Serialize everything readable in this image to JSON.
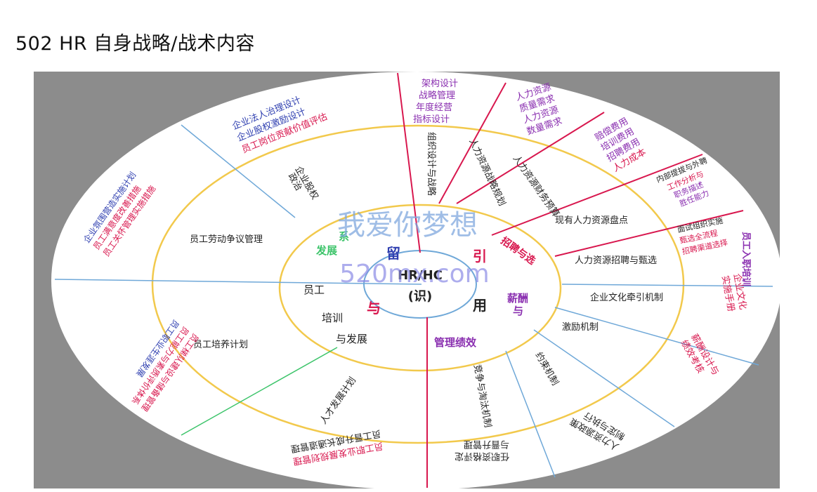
{
  "page_title": "502 HR 自身战略/战术内容",
  "colors": {
    "background_panel": "#8a8a8a",
    "disc": "#ffffff",
    "ring": "#f0c84a",
    "red": "#d8174e",
    "purple": "#8a2fb0",
    "blue": "#2f3fb0",
    "dark": "#222222",
    "line_blue": "#6fa8d8",
    "line_red": "#d8174e",
    "line_green": "#3cc46a"
  },
  "center": {
    "label_line1": "HR/HC",
    "label_line2": "(识)"
  },
  "inner_ring": {
    "liu": "留",
    "yin": "引",
    "yu": "与",
    "yong": "用",
    "fazhan": "发展",
    "xiaoxiao": "系",
    "yuangong": "员工",
    "peixun": "培训",
    "yu_fazhan": "与发展",
    "xinchou": "薪酬",
    "guanli_jixiao": "管理绩效",
    "zhaopin": "招聘与选"
  },
  "middle_ring": {
    "qiye_guquan": "企业股权",
    "zhengzhi": "政治",
    "zuzhi_sheji": "组织设计与战略",
    "renli_ziyuan_zhanlue": "人力资源战略规划",
    "renli_yusuan": "人力资源财务预算",
    "xianyou_pandian": "现有人力资源盘点",
    "zhaopin_zhenxuan": "人力资源招聘与甄选",
    "wenhua_qianyin": "企业文化牵引机制",
    "jili_jizhi": "激励机制",
    "yueshu_jizhi": "约束机制",
    "jingzheng_taotai": "竞争与淘汰机制",
    "rencai_fazhan": "人才发展计划",
    "peiyang_jihua": "员工培养计划",
    "laodong_zhengyi": "员工劳动争议管理"
  },
  "outer_ring": {
    "gufen_line1": "企业法人治理设计",
    "gufen_line2": "企业股权激励设计",
    "gufen_line3": "员工岗位贡献价值评估",
    "jiagou_line1": "架构设计",
    "jiagou_line2": "战略管理",
    "jiagou_line3": "年度经营",
    "jiagou_line4": "指标设计",
    "xuqiu_line1": "人力资源",
    "xuqiu_line2": "质量需求",
    "xuqiu_line3": "人力资源",
    "xuqiu_line4": "数量需求",
    "feiyong_line1": "赔偿费用",
    "feiyong_line2": "培训费用",
    "feiyong_line3": "招聘费用",
    "feiyong_line4": "人力成本",
    "neibu_line1": "内部提拔与外聘",
    "neibu_line2": "工作分析与",
    "neibu_line3": "职务描述",
    "neibu_line4": "胜任能力",
    "mianshi_line1": "面试组织实施",
    "mianshi_line2": "甄选全流程",
    "mianshi_line3": "招聘渠道选择",
    "ruzhi": "员工入职培训",
    "wenhua_line1": "企业文化",
    "wenhua_line2": "实施手册",
    "xinchou_line1": "薪酬设计与",
    "xinchou_line2": "绩效考核",
    "zhidu_line1": "人力资源政策",
    "zhidu_line2": "制定与执行",
    "renzhi_line1": "任职资格评定",
    "renzhi_line2": "与晋升管理",
    "zhiye_line1": "员工职业发展规划管理",
    "zhiye_line2": "员工晋升成长通道管理",
    "tidu_line1": "员工梯队建设与储备管理",
    "tidu_line2": "员工能力与素质评价体系",
    "tidu_line3": "员工职业生涯发展",
    "guanai_line1": "企业氛围营造实施计划",
    "guanai_line2": "员工满意度改善措施",
    "guanai_line3": "员工关怀管理实施措施"
  },
  "watermark": {
    "text_cn": "我爱你梦想",
    "text_en": "520mx.com"
  }
}
